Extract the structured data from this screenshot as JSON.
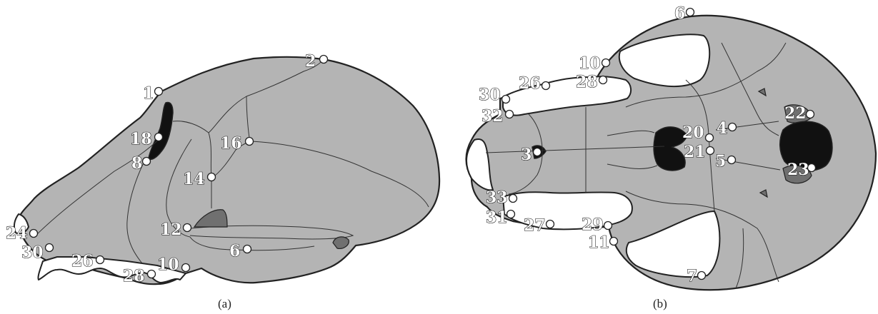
{
  "panels": [
    {
      "caption": "(a)",
      "landmarks": [
        "1",
        "2",
        "18",
        "16",
        "8",
        "14",
        "12",
        "24",
        "30",
        "26",
        "6",
        "28",
        "10"
      ]
    },
    {
      "caption": "(b)",
      "landmarks": [
        "6",
        "10",
        "26",
        "28",
        "30",
        "32",
        "22",
        "20",
        "4",
        "3",
        "21",
        "5",
        "23",
        "33",
        "31",
        "27",
        "29",
        "11",
        "7"
      ]
    }
  ]
}
